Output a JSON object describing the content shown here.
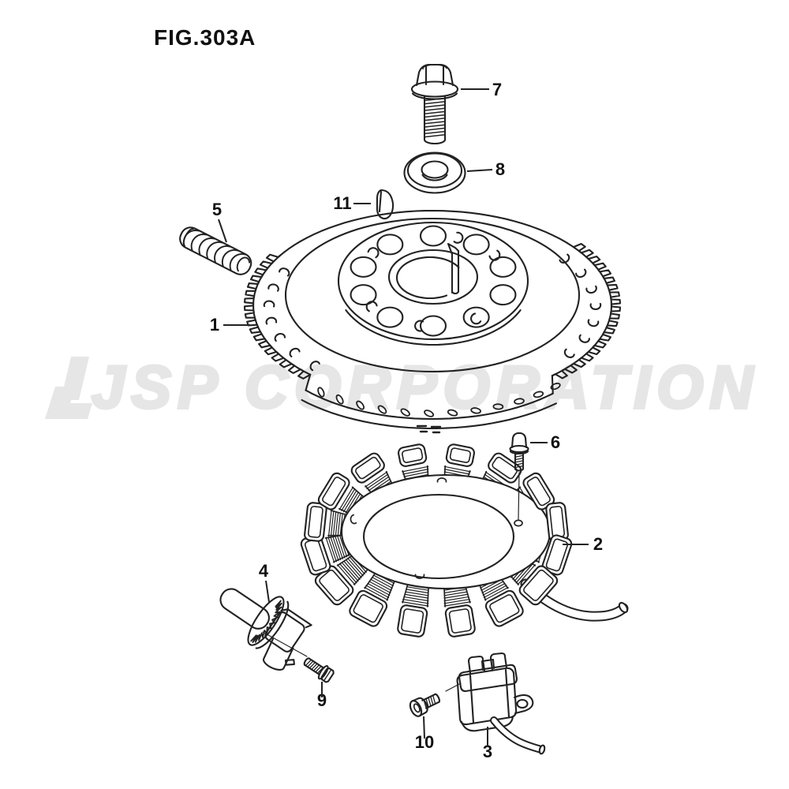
{
  "figure": {
    "title": "FIG.303A"
  },
  "watermark": {
    "text": "JSP CORPORATION"
  },
  "parts": [
    {
      "number": "1"
    },
    {
      "number": "2"
    },
    {
      "number": "3"
    },
    {
      "number": "4"
    },
    {
      "number": "5"
    },
    {
      "number": "6"
    },
    {
      "number": "7"
    },
    {
      "number": "8"
    },
    {
      "number": "9"
    },
    {
      "number": "10"
    },
    {
      "number": "11"
    }
  ]
}
